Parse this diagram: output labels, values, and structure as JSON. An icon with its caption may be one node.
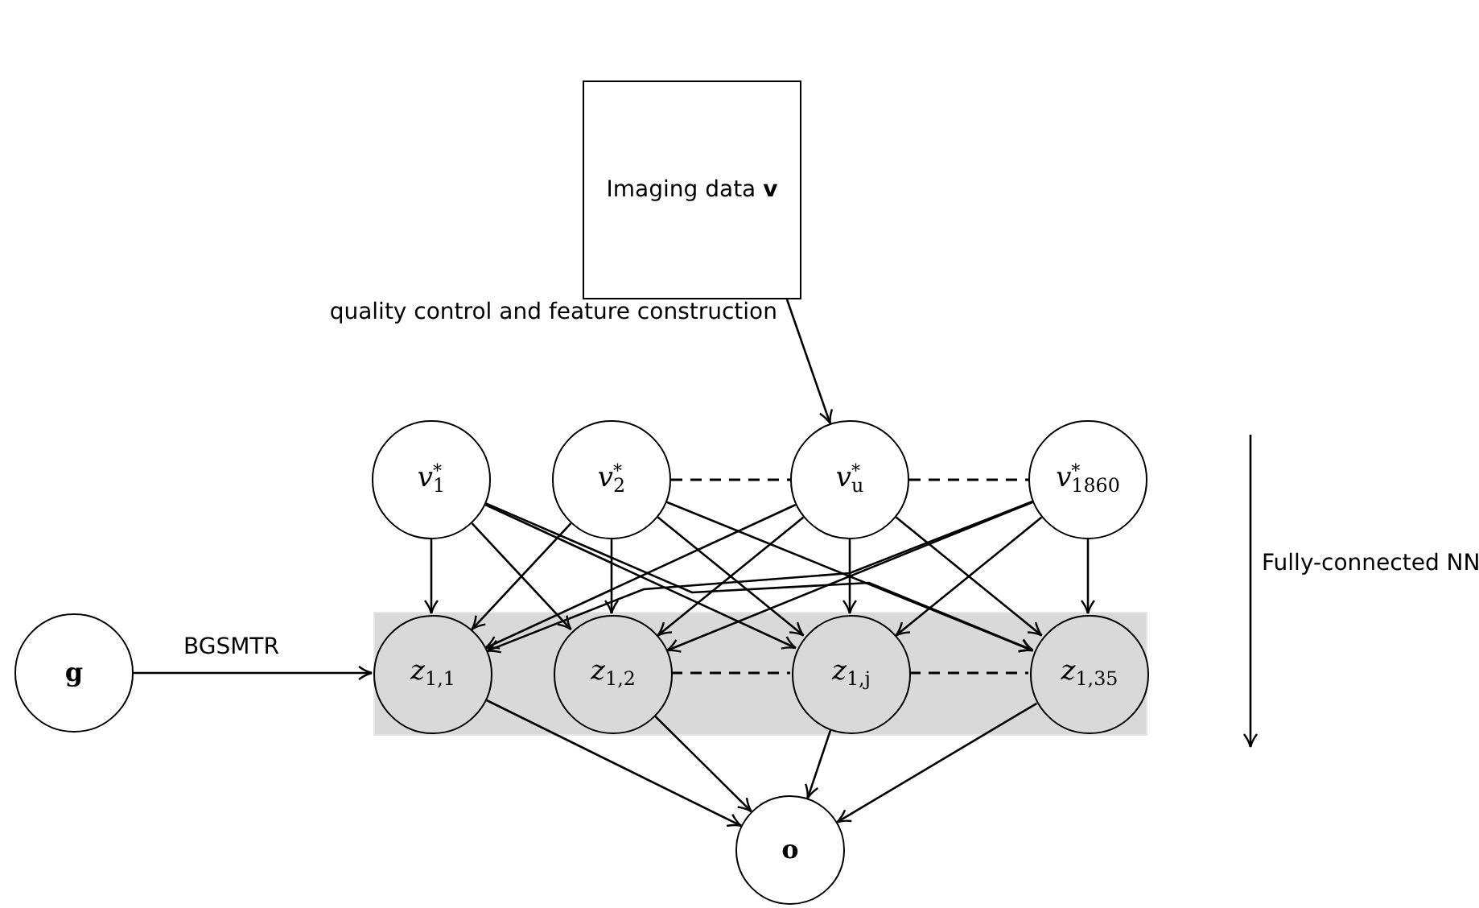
{
  "diagram": {
    "nodes": [
      {
        "text": [
          "Imaging data **v**"
        ]
      },
      {
        "text": [
          "*v*$^{*}$$_{1}$"
        ]
      },
      {
        "text": [
          "*v*$^{*}$$_{2}$"
        ]
      },
      {
        "text": [
          "*v*$^{*}$$_{u}$"
        ]
      },
      {
        "text": [
          "*v*$^{*}$$_{1860}$"
        ]
      },
      {
        "text": [
          "g"
        ]
      },
      {
        "text": [],
        "shape": "band"
      },
      {
        "text": [
          "*z*$_{1,1}$"
        ],
        "in": 6
      },
      {
        "text": [
          "*z*$_{1,2}$"
        ],
        "in": 6
      },
      {
        "text": [
          "*z*$_{1,j}$"
        ],
        "in": 6
      },
      {
        "text": [
          "*z*$_{1,35}$"
        ],
        "in": 6
      },
      {
        "text": [
          "o"
        ]
      }
    ],
    "edges": [
      {
        "from": 0,
        "to": 3,
        "arrow": "to",
        "label": "quality control and feature construction"
      },
      {
        "from": 2,
        "to": 3,
        "arrow": "none",
        "style": "dashed"
      },
      {
        "from": 3,
        "to": 4,
        "arrow": "none",
        "style": "dashed"
      },
      {
        "from": 1,
        "to": 7,
        "arrow": "to"
      },
      {
        "from": 1,
        "to": 8,
        "arrow": "to"
      },
      {
        "from": 1,
        "to": 9,
        "arrow": "to"
      },
      {
        "from": 1,
        "to": 10,
        "arrow": "to"
      },
      {
        "from": 2,
        "to": 7,
        "arrow": "to"
      },
      {
        "from": 2,
        "to": 8,
        "arrow": "to"
      },
      {
        "from": 2,
        "to": 9,
        "arrow": "to"
      },
      {
        "from": 2,
        "to": 10,
        "arrow": "to"
      },
      {
        "from": 3,
        "to": 7,
        "arrow": "to"
      },
      {
        "from": 3,
        "to": 8,
        "arrow": "to"
      },
      {
        "from": 3,
        "to": 9,
        "arrow": "to"
      },
      {
        "from": 3,
        "to": 10,
        "arrow": "to"
      },
      {
        "from": 4,
        "to": 7,
        "arrow": "to"
      },
      {
        "from": 4,
        "to": 8,
        "arrow": "to"
      },
      {
        "from": 4,
        "to": 9,
        "arrow": "to"
      },
      {
        "from": 4,
        "to": 10,
        "arrow": "to"
      },
      {
        "from": 5,
        "to": 7,
        "arrow": "to",
        "label": "BGSMTR"
      },
      {
        "from": 8,
        "to": 9,
        "arrow": "none",
        "style": "dashed"
      },
      {
        "from": 9,
        "to": 10,
        "arrow": "none",
        "style": "dashed"
      },
      {
        "from": 7,
        "to": 11,
        "arrow": "to"
      },
      {
        "from": 8,
        "to": 11,
        "arrow": "to"
      },
      {
        "from": 9,
        "to": 11,
        "arrow": "to"
      },
      {
        "from": 10,
        "to": 11,
        "arrow": "to"
      }
    ],
    "labels": [
      "Fully-connected NN"
    ]
  }
}
